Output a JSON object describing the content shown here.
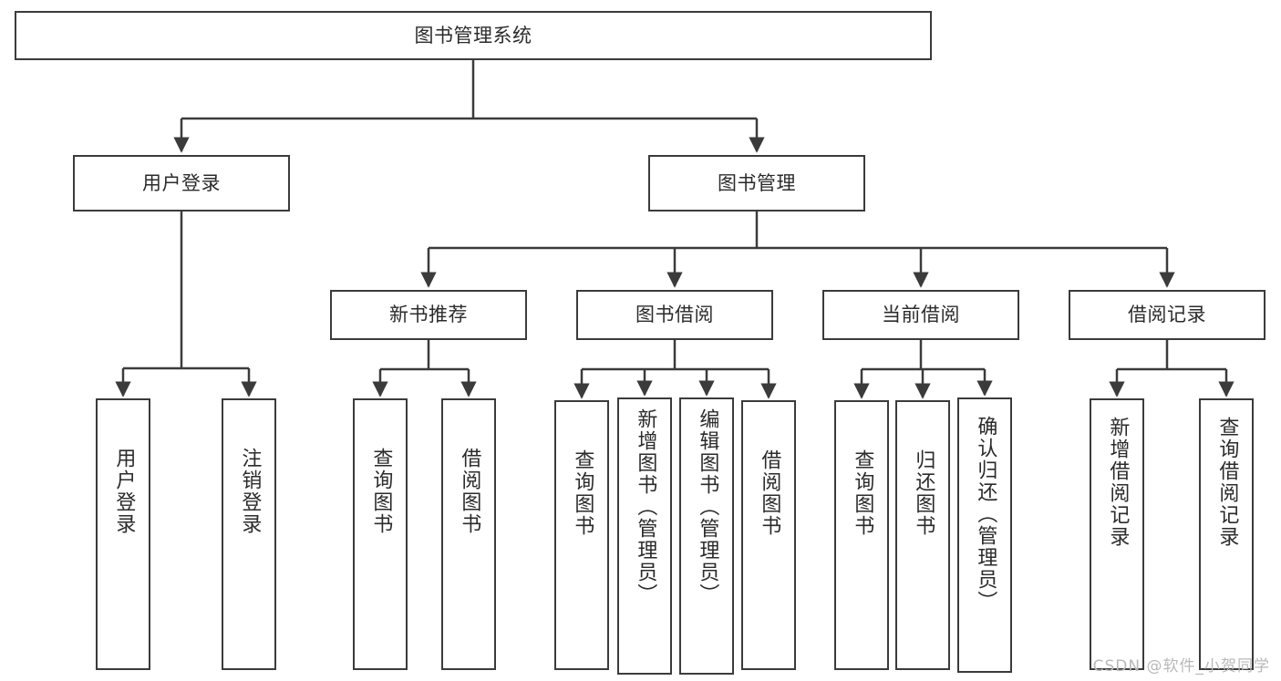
{
  "diagram": {
    "title": "图书管理系统",
    "type": "functional-structure-tree",
    "root": {
      "id": "root",
      "label": "图书管理系统"
    },
    "level2": [
      {
        "id": "user-login",
        "label": "用户登录"
      },
      {
        "id": "book-manage",
        "label": "图书管理"
      }
    ],
    "level3": [
      {
        "id": "new-book-recommend",
        "label": "新书推荐",
        "parent": "book-manage"
      },
      {
        "id": "book-borrow",
        "label": "图书借阅",
        "parent": "book-manage"
      },
      {
        "id": "current-borrow",
        "label": "当前借阅",
        "parent": "book-manage"
      },
      {
        "id": "borrow-record",
        "label": "借阅记录",
        "parent": "book-manage"
      }
    ],
    "leaves": [
      {
        "id": "leaf-user-login",
        "label": "用户登录",
        "parent": "user-login"
      },
      {
        "id": "leaf-logout-login",
        "label": "注销登录",
        "parent": "user-login"
      },
      {
        "id": "leaf-query-book-1",
        "label": "查询图书",
        "parent": "new-book-recommend"
      },
      {
        "id": "leaf-borrow-book-1",
        "label": "借阅图书",
        "parent": "new-book-recommend"
      },
      {
        "id": "leaf-query-book-2",
        "label": "查询图书",
        "parent": "book-borrow"
      },
      {
        "id": "leaf-add-book",
        "label": "新增图书（管理员）",
        "parent": "book-borrow"
      },
      {
        "id": "leaf-edit-book",
        "label": "编辑图书（管理员）",
        "parent": "book-borrow"
      },
      {
        "id": "leaf-borrow-book-2",
        "label": "借阅图书",
        "parent": "book-borrow"
      },
      {
        "id": "leaf-query-book-3",
        "label": "查询图书",
        "parent": "current-borrow"
      },
      {
        "id": "leaf-return-book",
        "label": "归还图书",
        "parent": "current-borrow"
      },
      {
        "id": "leaf-confirm-return",
        "label": "确认归还（管理员）",
        "parent": "current-borrow"
      },
      {
        "id": "leaf-add-record",
        "label": "新增借阅记录",
        "parent": "borrow-record"
      },
      {
        "id": "leaf-query-record",
        "label": "查询借阅记录",
        "parent": "borrow-record"
      }
    ],
    "colors": {
      "stroke": "#3b3b3b",
      "fill": "#ffffff",
      "text": "#2b2b2b",
      "watermark": "#b9b9b9"
    }
  },
  "watermark": {
    "text": "CSDN @软件_小贺同学"
  }
}
